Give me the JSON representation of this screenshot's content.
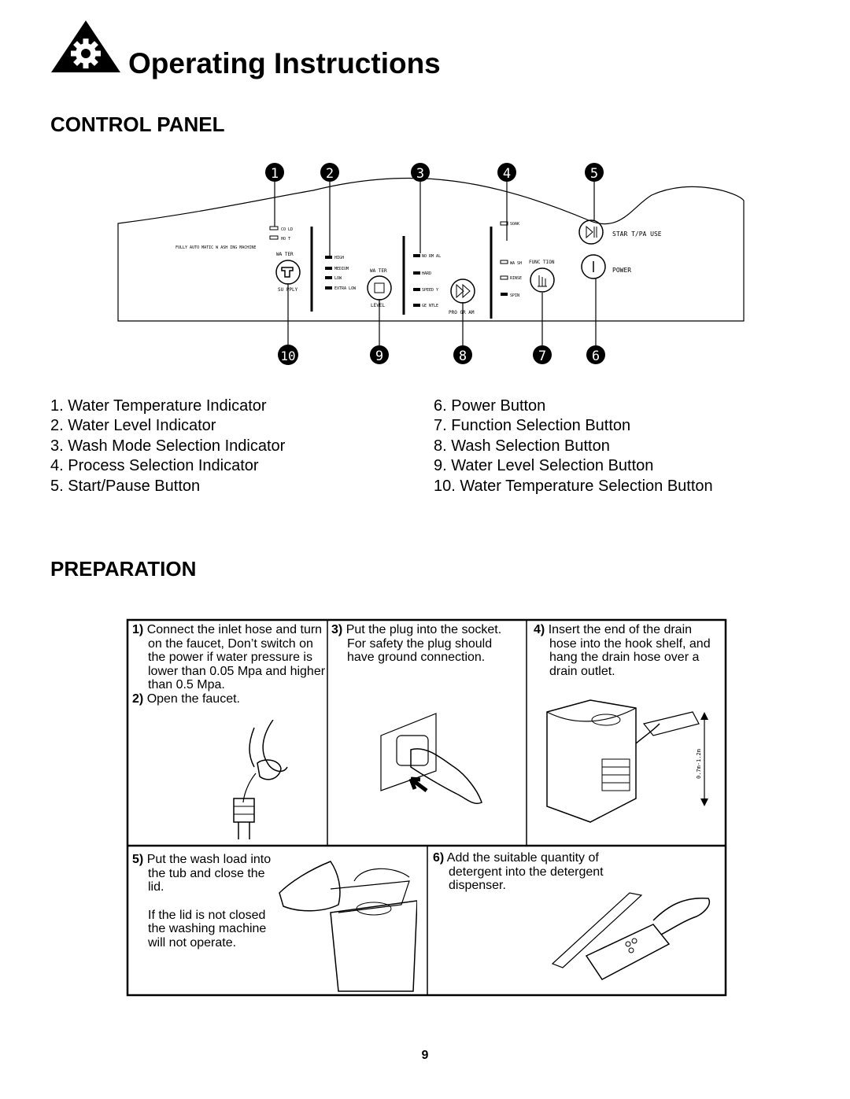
{
  "header": {
    "title": "Operating Instructions",
    "icon": "gear-warning-icon"
  },
  "control_panel": {
    "heading": "CONTROL PANEL",
    "callouts_top": [
      "1",
      "2",
      "3",
      "4",
      "5"
    ],
    "callouts_bottom": [
      "10",
      "9",
      "8",
      "7",
      "6"
    ],
    "panel_labels": {
      "model": "FULLY AUTO MATIC W ASH ING MACHINE",
      "cold": "CO LD",
      "hot": "HO T",
      "water_supply_top": "WA TER",
      "water_supply_bottom": "SU PPLY",
      "high": "HIGH",
      "medium": "MEDIUM",
      "low": "LOW",
      "extra_low": "EXTRA LOW",
      "water_level_top": "WA TER",
      "water_level_bottom": "LEVEL",
      "normal": "NO RM AL",
      "hard": "HARD",
      "speedy": "SPEED Y",
      "gentle": "GE NTLE",
      "program": "PRO GR AM",
      "soak": "SOAK",
      "wash": "WA SH",
      "rinse": "RINSE",
      "spin": "SPIN",
      "function": "FUNC TION",
      "start_pause": "STAR T/PA USE",
      "power": "POWER"
    },
    "legend_left": [
      "1. Water Temperature Indicator",
      "2. Water Level Indicator",
      "3. Wash Mode Selection Indicator",
      "4. Process Selection Indicator",
      "5. Start/Pause Button"
    ],
    "legend_right": [
      "6. Power Button",
      "7. Function Selection Button",
      "8. Wash Selection Button",
      "9. Water Level Selection Button",
      "10. Water Temperature Selection Button"
    ]
  },
  "preparation": {
    "heading": "PREPARATION",
    "steps": {
      "s1_num": "1)",
      "s1_text": "Connect the inlet hose and turn on the faucet, Don’t switch on the power if water pressure is lower than 0.05 Mpa and higher than 0.5 Mpa.",
      "s2_num": "2)",
      "s2_text": "Open the faucet.",
      "s3_num": "3)",
      "s3_text": "Put the plug into the socket. For safety the plug should have ground connection.",
      "s4_num": "4)",
      "s4_text": "Insert the end of the drain hose into the hook shelf, and hang the drain hose over a drain outlet.",
      "s4_dimension": "0.7m-1.2m",
      "s5_num": "5)",
      "s5_text": "Put the wash load into the tub and close the lid.",
      "s5_note": "If the lid is not closed the washing machine will not operate.",
      "s6_num": "6)",
      "s6_text": "Add the suitable quantity of detergent into the detergent dispenser."
    }
  },
  "footer": {
    "page_number": "9"
  }
}
